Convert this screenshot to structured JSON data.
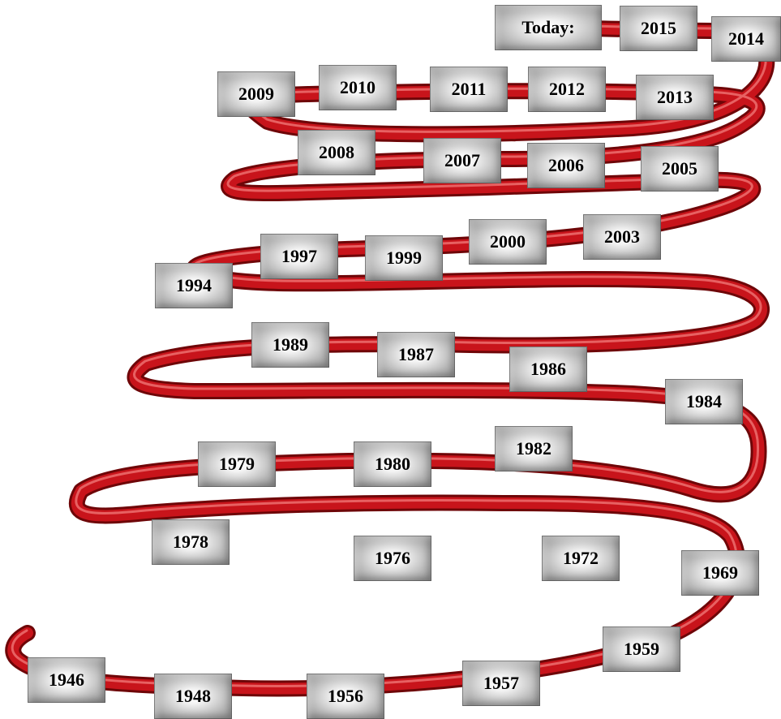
{
  "colors": {
    "coil": "#c8141b",
    "coil_dark": "#6e0608",
    "coil_highlight": "#f27b7b",
    "label_light": "#ffffff",
    "label_dark": "#8a8a8a",
    "text": "#000000"
  },
  "labels": [
    {
      "id": "today",
      "text": "Today:"
    },
    {
      "id": "y2015",
      "text": "2015"
    },
    {
      "id": "y2014",
      "text": "2014"
    },
    {
      "id": "y2009",
      "text": "2009"
    },
    {
      "id": "y2010",
      "text": "2010"
    },
    {
      "id": "y2011",
      "text": "2011"
    },
    {
      "id": "y2012",
      "text": "2012"
    },
    {
      "id": "y2013",
      "text": "2013"
    },
    {
      "id": "y2008",
      "text": "2008"
    },
    {
      "id": "y2007",
      "text": "2007"
    },
    {
      "id": "y2006",
      "text": "2006"
    },
    {
      "id": "y2005",
      "text": "2005"
    },
    {
      "id": "y2003",
      "text": "2003"
    },
    {
      "id": "y1997",
      "text": "1997"
    },
    {
      "id": "y1999",
      "text": "1999"
    },
    {
      "id": "y2000",
      "text": "2000"
    },
    {
      "id": "y1994",
      "text": "1994"
    },
    {
      "id": "y1989",
      "text": "1989"
    },
    {
      "id": "y1987",
      "text": "1987"
    },
    {
      "id": "y1986",
      "text": "1986"
    },
    {
      "id": "y1984",
      "text": "1984"
    },
    {
      "id": "y1979",
      "text": "1979"
    },
    {
      "id": "y1980",
      "text": "1980"
    },
    {
      "id": "y1982",
      "text": "1982"
    },
    {
      "id": "y1978",
      "text": "1978"
    },
    {
      "id": "y1976",
      "text": "1976"
    },
    {
      "id": "y1972",
      "text": "1972"
    },
    {
      "id": "y1969",
      "text": "1969"
    },
    {
      "id": "y1959",
      "text": "1959"
    },
    {
      "id": "y1957",
      "text": "1957"
    },
    {
      "id": "y1956",
      "text": "1956"
    },
    {
      "id": "y1948",
      "text": "1948"
    },
    {
      "id": "y1946",
      "text": "1946"
    }
  ]
}
